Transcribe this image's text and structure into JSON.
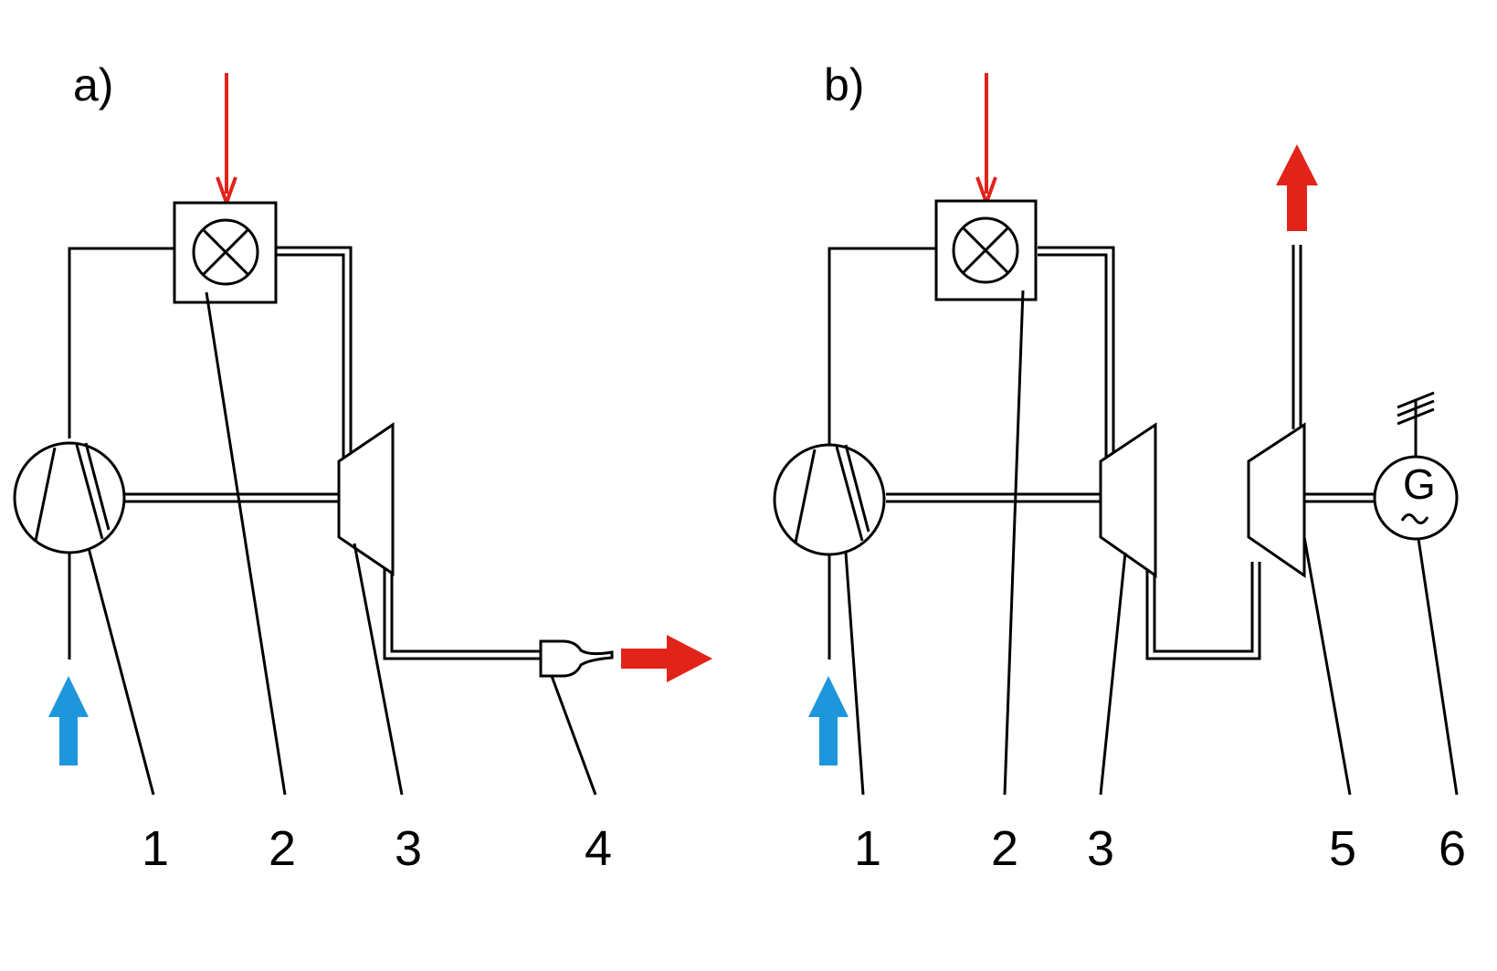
{
  "panels": {
    "a": {
      "label": "a)"
    },
    "b": {
      "label": "b)"
    }
  },
  "numbers": {
    "a": [
      "1",
      "2",
      "3",
      "4"
    ],
    "b": [
      "1",
      "2",
      "3",
      "5",
      "6"
    ]
  },
  "generator": {
    "letter": "G"
  },
  "colors": {
    "line": "#000000",
    "hot_arrow": "#e2231a",
    "cold_arrow": "#1e96dc",
    "background": "#ffffff"
  }
}
